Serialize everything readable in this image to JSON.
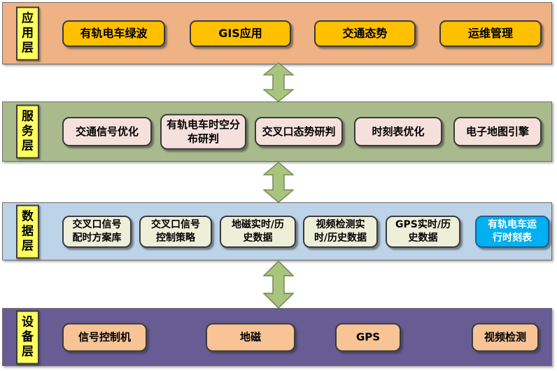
{
  "diagram": {
    "type": "layered-architecture",
    "palette": {
      "app_band": "#EFB284",
      "service_band": "#A9BB8D",
      "data_band": "#BDD3E8",
      "device_band": "#675C93",
      "app_node": "#FFC000",
      "service_node": "#F5E0DC",
      "data_node": "#EDEFD9",
      "device_node": "#F8C495",
      "highlight_node": "#00B0F0",
      "layer_label": "#FFFF5E",
      "connector_arrow": "#A9C47C"
    },
    "layers": [
      {
        "name": "应用层",
        "items": [
          "有轨电车绿波",
          "GIS应用",
          "交通态势",
          "运维管理"
        ]
      },
      {
        "name": "服务层",
        "items": [
          "交通信号优化",
          "有轨电车时空分\n布研判",
          "交叉口态势研判",
          "时刻表优化",
          "电子地图引擎"
        ]
      },
      {
        "name": "数据层",
        "items": [
          "交叉口信号\n配时方案库",
          "交叉口信号\n控制策略",
          "地磁实时/历\n史数据",
          "视频检测实\n时/历史数据",
          "GPS实时/历\n史数据",
          "有轨电车运\n行时刻表"
        ]
      },
      {
        "name": "设备层",
        "items": [
          "信号控制机",
          "地磁",
          "GPS",
          "视频检测"
        ]
      }
    ],
    "connectors": [
      {
        "icon": "double-vertical-arrow",
        "between": "应用层-服务层"
      },
      {
        "icon": "double-vertical-arrow",
        "between": "服务层-数据层"
      },
      {
        "icon": "double-vertical-arrow",
        "between": "数据层-设备层"
      }
    ]
  }
}
